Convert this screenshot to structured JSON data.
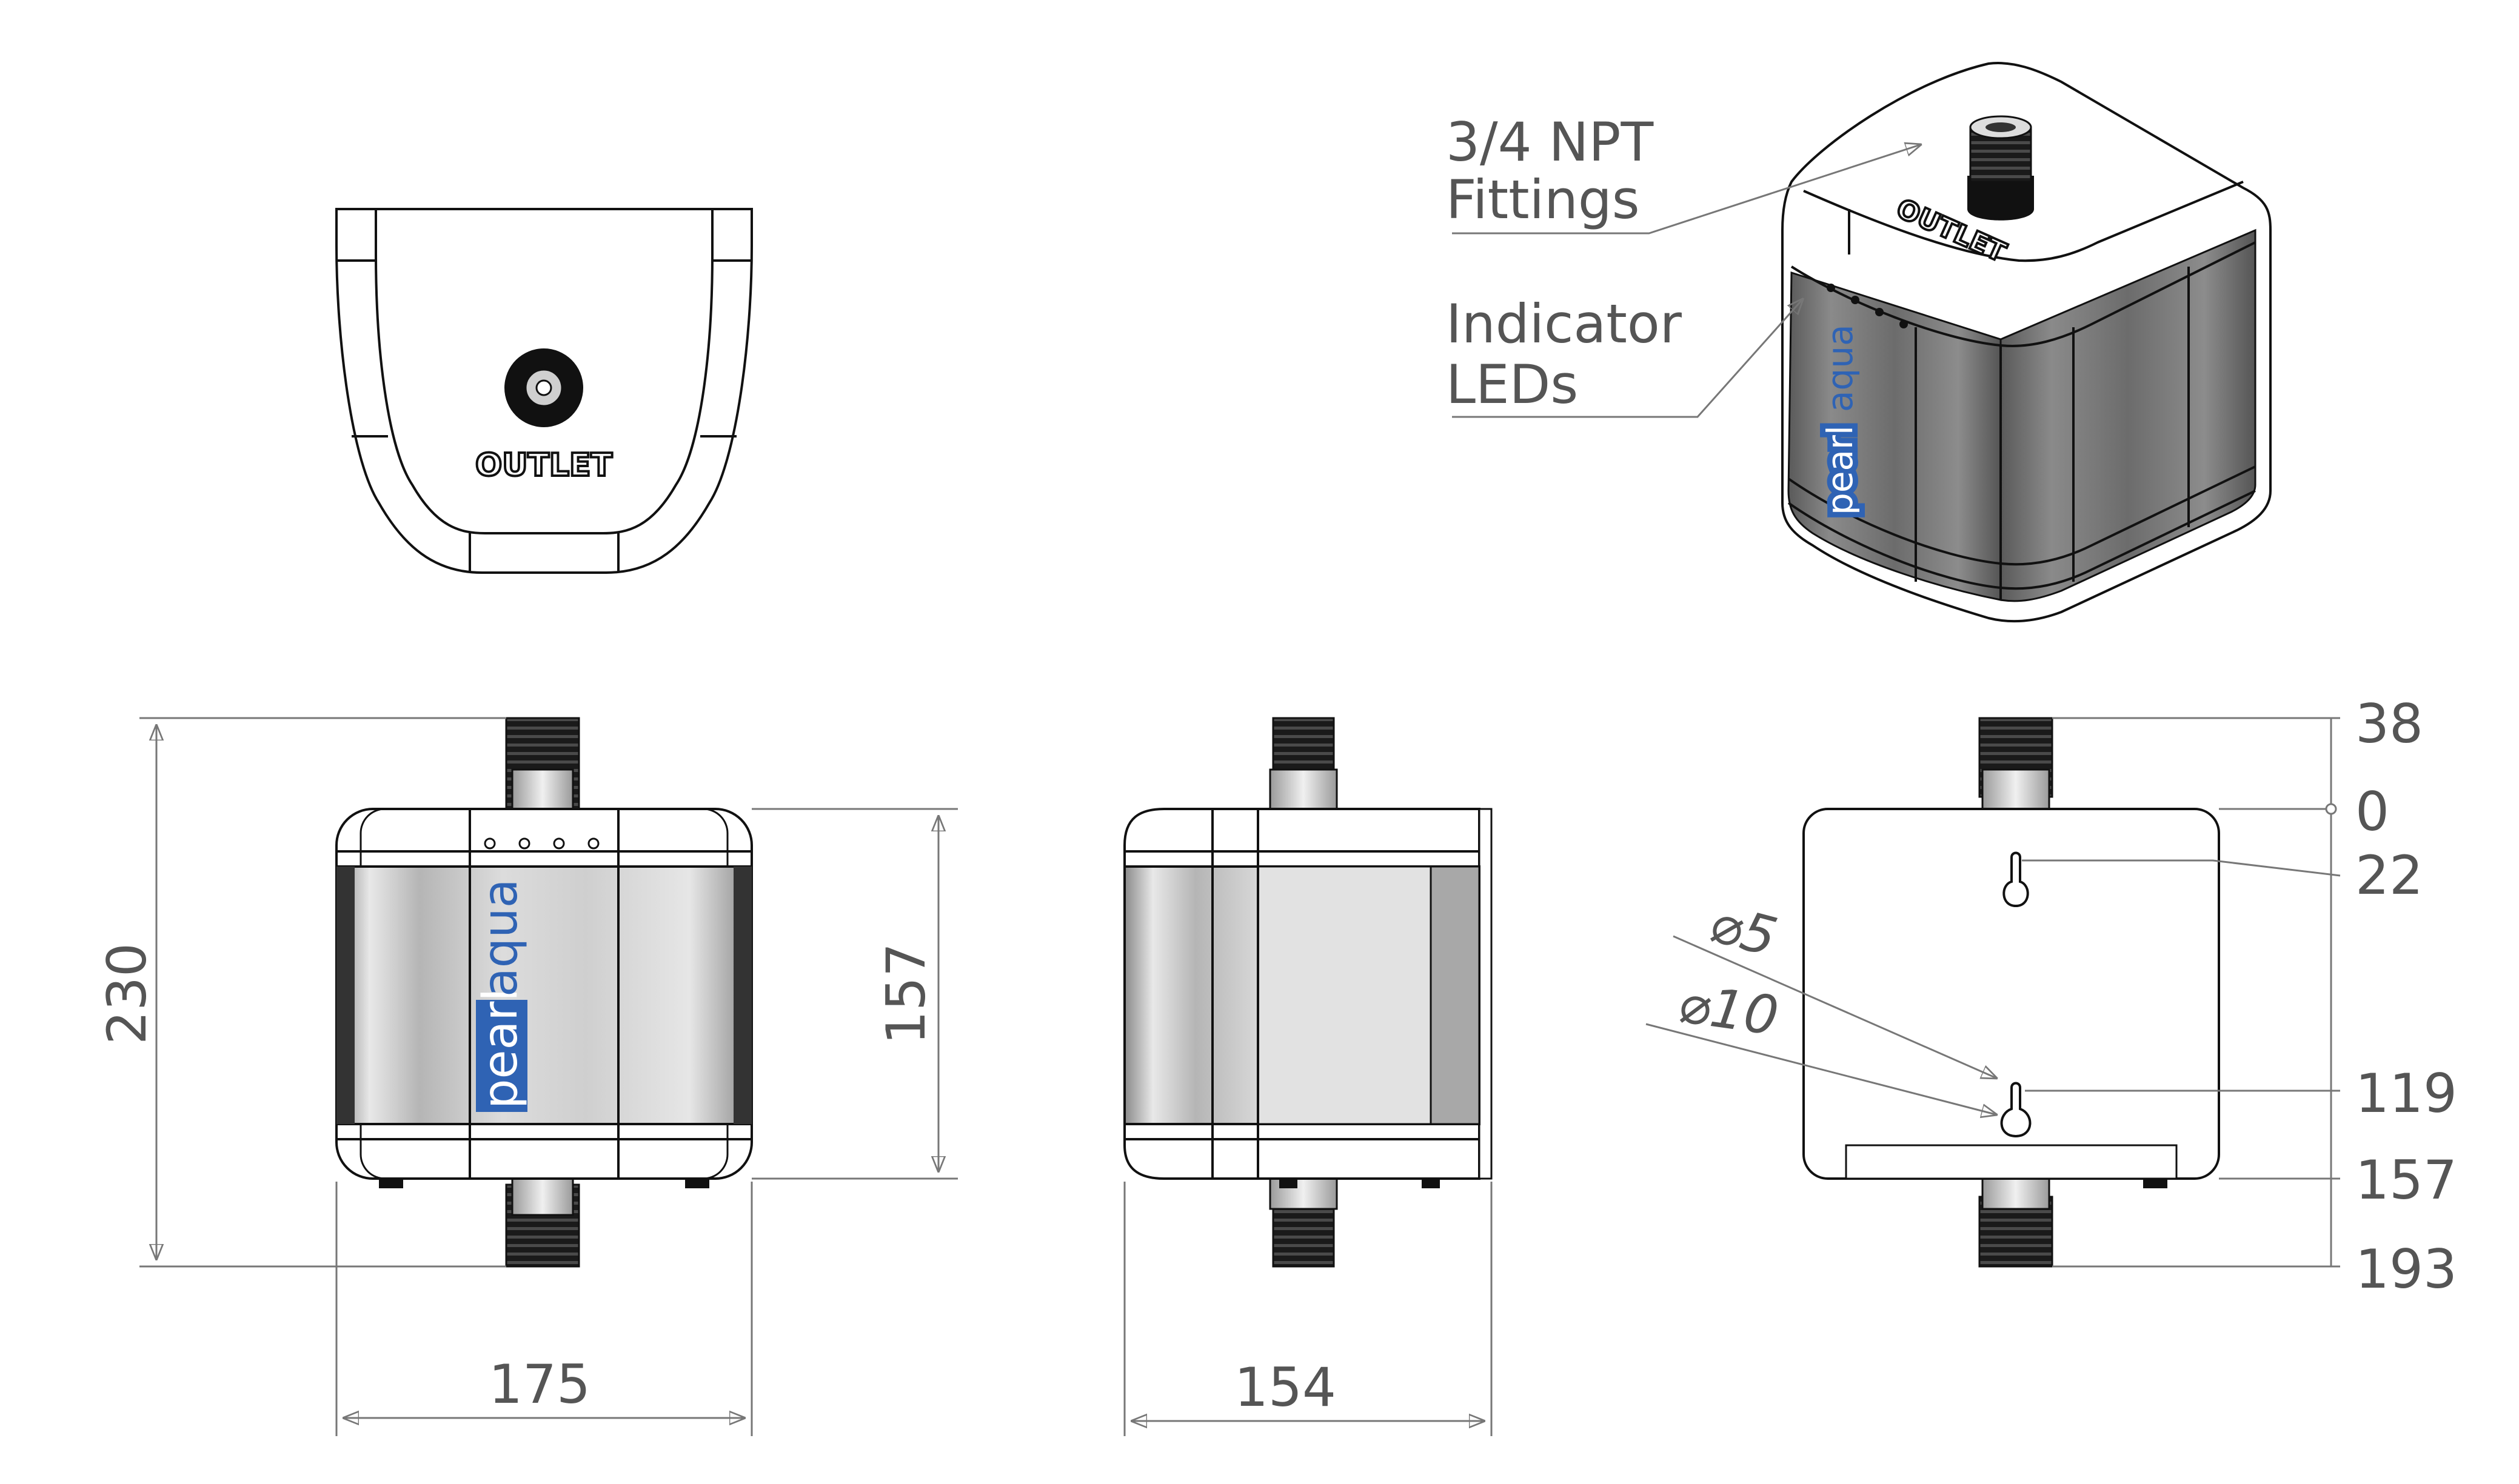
{
  "callouts": {
    "fittings_line1": "3/4 NPT",
    "fittings_line2": "Fittings",
    "leds_line1": "Indicator",
    "leds_line2": "LEDs"
  },
  "brand": {
    "part1": "pearl",
    "part2": "aqua",
    "color": "#2f63b4"
  },
  "outlet_label": "OUTLET",
  "dimensions": {
    "total_height": "230",
    "body_height": "157",
    "width": "175",
    "depth": "154",
    "hole_small": "⌀5",
    "hole_large": "⌀10"
  },
  "hole_positions": [
    "38",
    "0",
    "22",
    "119",
    "157",
    "193"
  ],
  "colors": {
    "line": "#111111",
    "dimension": "#777777",
    "body_dark": "#6e6e6e",
    "body_light": "#d8d8d8"
  }
}
